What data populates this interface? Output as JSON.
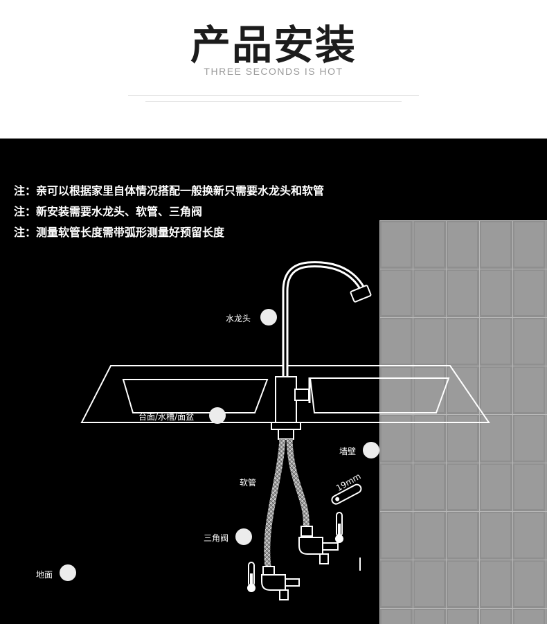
{
  "header": {
    "title": "产品安装",
    "subtitle": "THREE SECONDS IS HOT"
  },
  "notes": [
    "注：亲可以根据家里自体情况搭配一般换新只需要水龙头和软管",
    "注：新安装需要水龙头、软管、三角阀",
    "注：测量软管长度需带弧形测量好预留长度"
  ],
  "labels": {
    "faucet": "水龙头",
    "countertop": "台面/水槽/面盆",
    "wall": "墙壁",
    "hose": "软管",
    "valve": "三角阀",
    "floor": "地面",
    "size": "19mm"
  },
  "colors": {
    "panel_bg": "#000000",
    "title": "#1c1c1c",
    "subtitle": "#9a9a9a",
    "wall_tile": "#8f8f8f",
    "marker": "#ececec"
  }
}
